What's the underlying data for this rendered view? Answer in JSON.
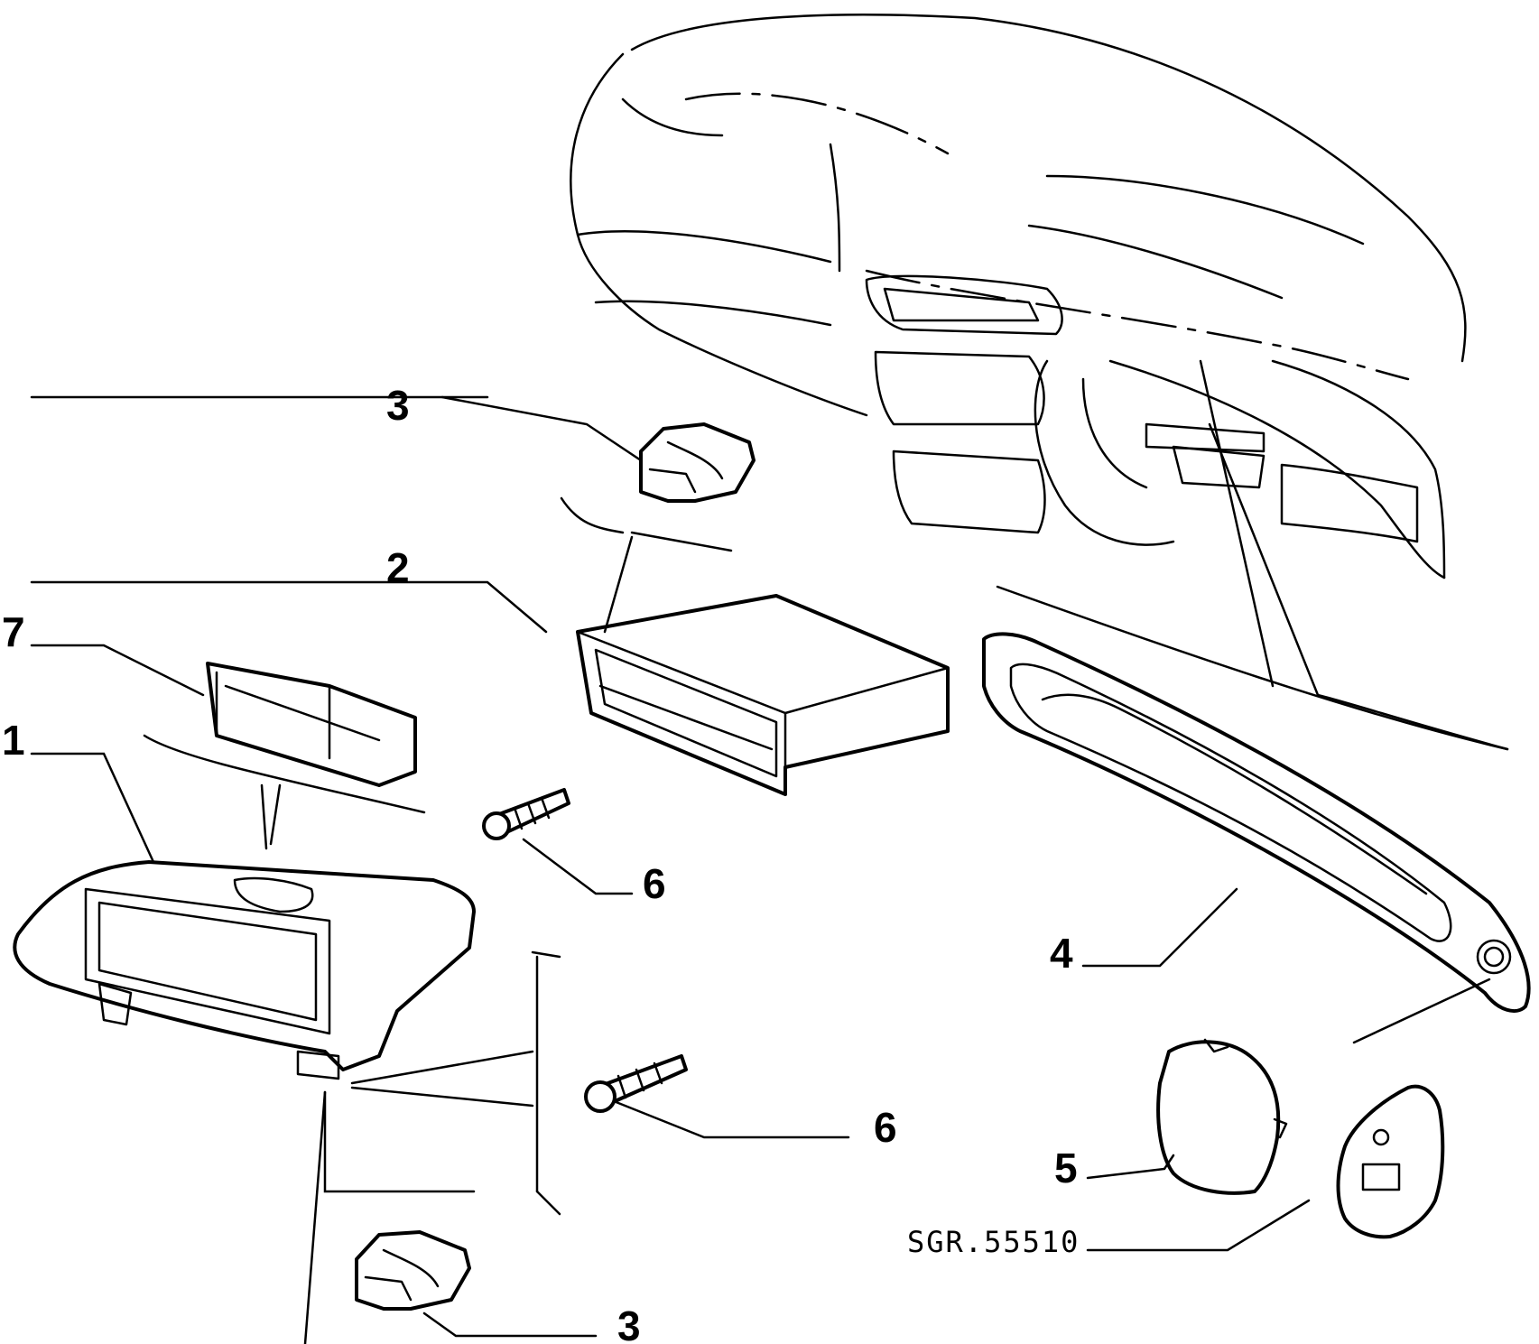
{
  "diagram": {
    "callouts": [
      {
        "id": "c1",
        "label": "1"
      },
      {
        "id": "c2",
        "label": "2"
      },
      {
        "id": "c3a",
        "label": "3"
      },
      {
        "id": "c3b",
        "label": "3"
      },
      {
        "id": "c4",
        "label": "4"
      },
      {
        "id": "c5",
        "label": "5"
      },
      {
        "id": "c6a",
        "label": "6"
      },
      {
        "id": "c6b",
        "label": "6"
      },
      {
        "id": "c7",
        "label": "7"
      }
    ],
    "reference_code": "SGR.55510"
  }
}
